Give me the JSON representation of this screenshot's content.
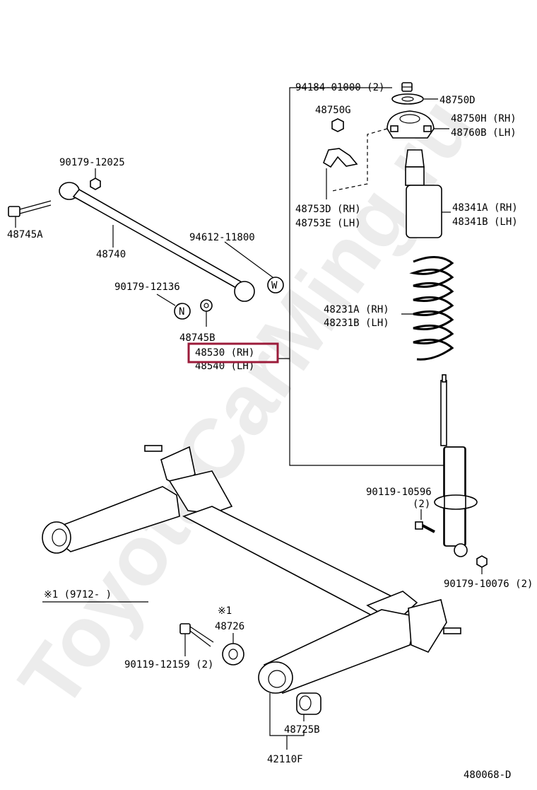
{
  "watermark": "ToyotaCarMing.ru",
  "diagram_id": "480068-D",
  "footnote": "※1 (9712-      )",
  "callouts": {
    "c94184": "94184-01000 (2)",
    "c48750D": "48750D",
    "c48750G": "48750G",
    "c48750H": "48750H (RH)",
    "c48760B": "48760B (LH)",
    "c48753D": "48753D (RH)",
    "c48753E": "48753E (LH)",
    "c48341A": "48341A (RH)",
    "c48341B": "48341B (LH)",
    "c90179_12025": "90179-12025",
    "c48745A": "48745A",
    "c48740": "48740",
    "c94612": "94612-11800",
    "c90179_12136": "90179-12136",
    "c48745B": "48745B",
    "c48530": "48530 (RH)",
    "c48540": "48540 (LH)",
    "c48231A": "48231A (RH)",
    "c48231B": "48231B (LH)",
    "c90119_10596": "90119-10596",
    "c90119_10596_qty": "(2)",
    "c90179_10076": "90179-10076 (2)",
    "c48726_mark": "※1",
    "c48726": "48726",
    "c90119_12159": "90119-12159 (2)",
    "c48725B": "48725B",
    "c42110F": "42110F",
    "mark_N": "N",
    "mark_W": "W"
  }
}
